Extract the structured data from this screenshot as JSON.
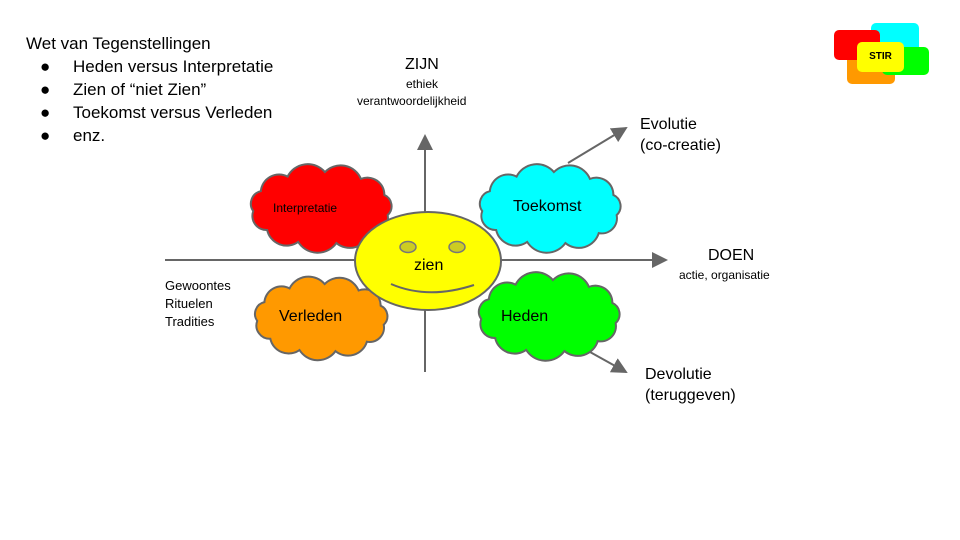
{
  "title": "Wet van Tegenstellingen",
  "bullets": [
    "Heden versus Interpretatie",
    "Zien of “niet Zien”",
    "Toekomst versus Verleden",
    "enz."
  ],
  "bullet_glyph": "●",
  "logo": {
    "text": "STIR",
    "colors": {
      "red": "#ff0000",
      "cyan": "#00ffff",
      "orange": "#ff9900",
      "green": "#00ff00",
      "yellow": "#ffff00"
    }
  },
  "axis": {
    "top": {
      "title": "ZIJN",
      "sub1": "ethiek",
      "sub2": "verantwoordelijkheid"
    },
    "right": {
      "title": "DOEN",
      "sub": "actie, organisatie"
    },
    "left": [
      "Gewoontes",
      "Rituelen",
      "Tradities"
    ]
  },
  "evolutie": [
    "Evolutie",
    "(co-creatie)"
  ],
  "devolutie": [
    "Devolutie",
    "(teruggeven)"
  ],
  "clouds": {
    "interpretatie": {
      "label": "Interpretatie",
      "color": "#ff0000"
    },
    "toekomst": {
      "label": "Toekomst",
      "color": "#00ffff"
    },
    "verleden": {
      "label": "Verleden",
      "color": "#ff9900"
    },
    "heden": {
      "label": "Heden",
      "color": "#00ff00"
    }
  },
  "face": {
    "label": "zien",
    "color": "#ffff00"
  }
}
